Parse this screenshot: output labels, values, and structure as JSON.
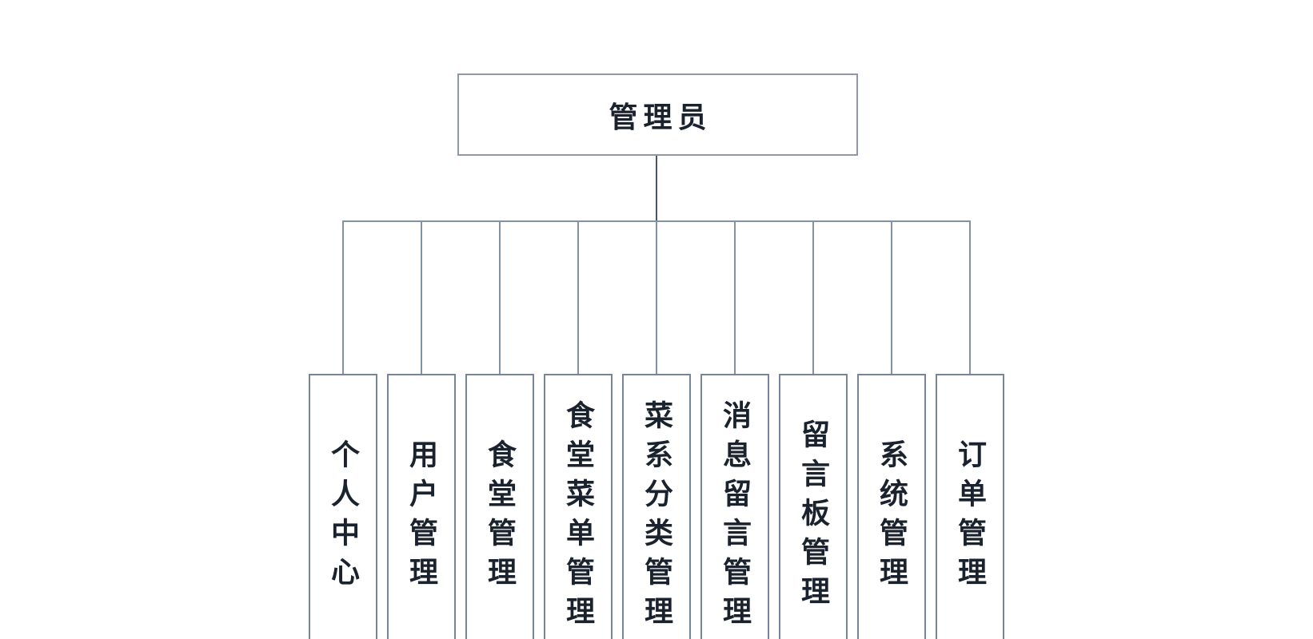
{
  "diagram": {
    "type": "org-chart",
    "root": {
      "label": "管理员"
    },
    "children": [
      {
        "label": "个人中心"
      },
      {
        "label": "用户管理"
      },
      {
        "label": "食堂管理"
      },
      {
        "label": "食堂菜单管理"
      },
      {
        "label": "菜系分类管理"
      },
      {
        "label": "消息留言管理"
      },
      {
        "label": "留言板管理"
      },
      {
        "label": "系统管理"
      },
      {
        "label": "订单管理"
      }
    ],
    "colors": {
      "background": "#ffffff",
      "text": "#1a222e",
      "root_border": "#8d99a8",
      "child_border": "#77859a",
      "connector": "#8291a3",
      "stem": "#4b5569"
    }
  }
}
